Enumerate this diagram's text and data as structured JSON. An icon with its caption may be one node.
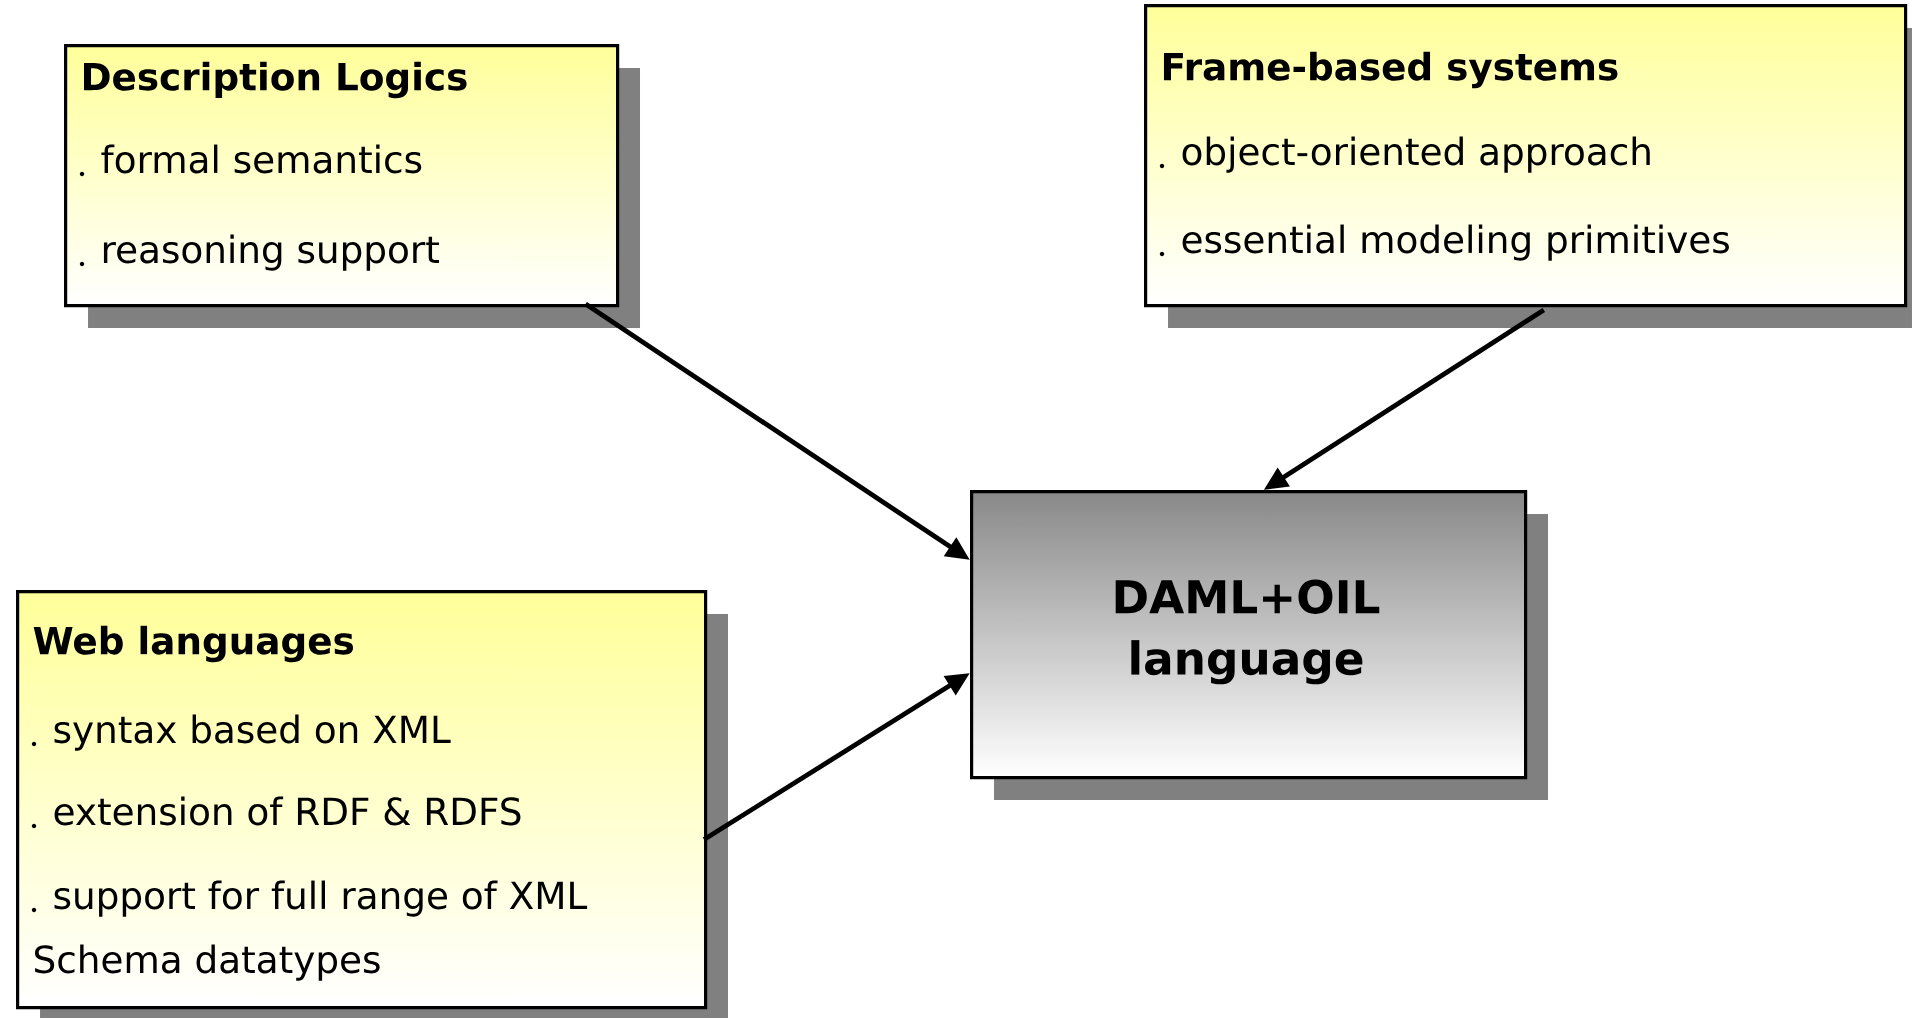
{
  "diagram": {
    "nodes": [
      {
        "text": [
          "Description Logics",
          "formal semantics",
          "reasoning support"
        ]
      },
      {
        "text": [
          "Frame-based systems",
          "object-oriented approach",
          "essential modeling primitives"
        ]
      },
      {
        "text": [
          "Web languages",
          "syntax based on XML",
          "extension of RDF & RDFS",
          "support for full range of XML Schema datatypes"
        ]
      },
      {
        "text": [
          "DAML+OIL language"
        ]
      }
    ],
    "edges": [
      {
        "from": 0,
        "to": 3,
        "arrow": "to"
      },
      {
        "from": 1,
        "to": 3,
        "arrow": "to"
      },
      {
        "from": 2,
        "to": 3,
        "arrow": "to"
      }
    ]
  }
}
